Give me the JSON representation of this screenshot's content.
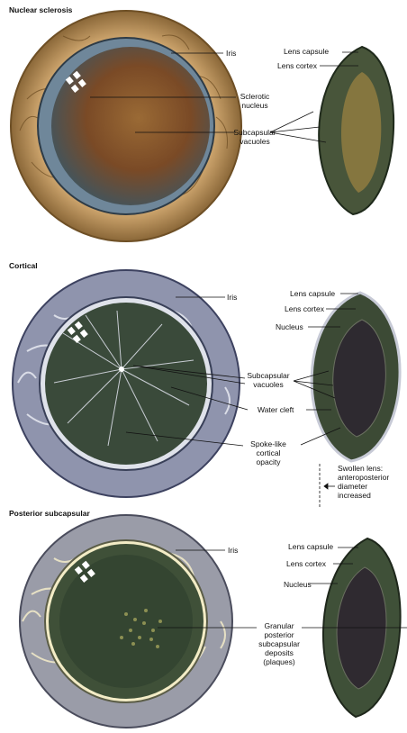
{
  "sections": [
    {
      "title": "Nuclear sclerosis",
      "labels": {
        "iris": "Iris",
        "lens_capsule": "Lens capsule",
        "lens_cortex": "Lens cortex",
        "sclerotic_nucleus": "Sclerotic\nnucleus",
        "subcapsular_vacuoles": "Subcapsular\nvacuoles"
      },
      "colors": {
        "iris": "#b38a55",
        "lens": "#4c5b3a",
        "nucleus": "#8a5a2c",
        "lens_core": "#8c7a40"
      }
    },
    {
      "title": "Cortical",
      "labels": {
        "iris": "Iris",
        "lens_capsule": "Lens capsule",
        "lens_cortex": "Lens cortex",
        "nucleus": "Nucleus",
        "subcapsular_vacuoles": "Subcapsular\nvacuoles",
        "water_cleft": "Water cleft",
        "spoke_like": "Spoke-like\ncortical\nopacity",
        "swollen_lens": "Swollen lens:\nanteroposterior\ndiameter\nincreased"
      },
      "colors": {
        "iris": "#8f94ad",
        "lens": "#3c4a35",
        "opacity": "#d8dbe4"
      }
    },
    {
      "title": "Posterior subcapsular",
      "labels": {
        "iris": "Iris",
        "lens_capsule": "Lens capsule",
        "lens_cortex": "Lens cortex",
        "nucleus": "Nucleus",
        "granular": "Granular\nposterior\nsubcapsular\ndeposits\n(plaques)"
      },
      "colors": {
        "iris": "#9a9ca8",
        "lens": "#3f5038",
        "plaque": "#a2a35c"
      }
    }
  ]
}
